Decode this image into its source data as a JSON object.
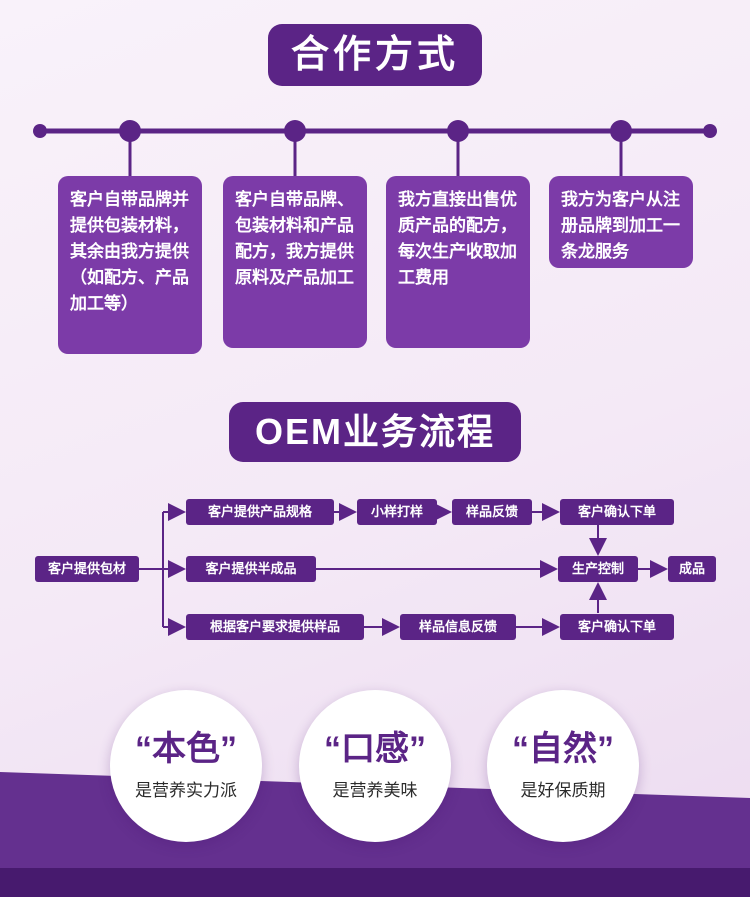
{
  "colors": {
    "deep_purple": "#5b2486",
    "card_purple": "#7c3ba8",
    "band_purple": "#64308f",
    "band_dark": "#471a6e",
    "background": "#f4e9f6"
  },
  "section1": {
    "title": "合作方式",
    "cards": [
      {
        "text": "客户自带品牌并提供包装材料，其余由我方提供（如配方、产品加工等）"
      },
      {
        "text": "客户自带品牌、包装材料和产品配方，我方提供原料及产品加工"
      },
      {
        "text": "我方直接出售优质产品的配方，每次生产收取加工费用"
      },
      {
        "text": "我方为客户从注册品牌到加工一条龙服务"
      }
    ]
  },
  "section2": {
    "title": "OEM业务流程",
    "flow": {
      "start": "客户提供包材",
      "row1": [
        "客户提供产品规格",
        "小样打样",
        "样品反馈",
        "客户确认下单"
      ],
      "row2": [
        "客户提供半成品",
        "生产控制",
        "成品"
      ],
      "row3": [
        "根据客户要求提供样品",
        "样品信息反馈",
        "客户确认下单"
      ]
    }
  },
  "section3": {
    "circles": [
      {
        "title": "“本色”",
        "subtitle": "是营养实力派"
      },
      {
        "title": "“口感”",
        "subtitle": "是营养美味"
      },
      {
        "title": "“自然”",
        "subtitle": "是好保质期"
      }
    ]
  }
}
